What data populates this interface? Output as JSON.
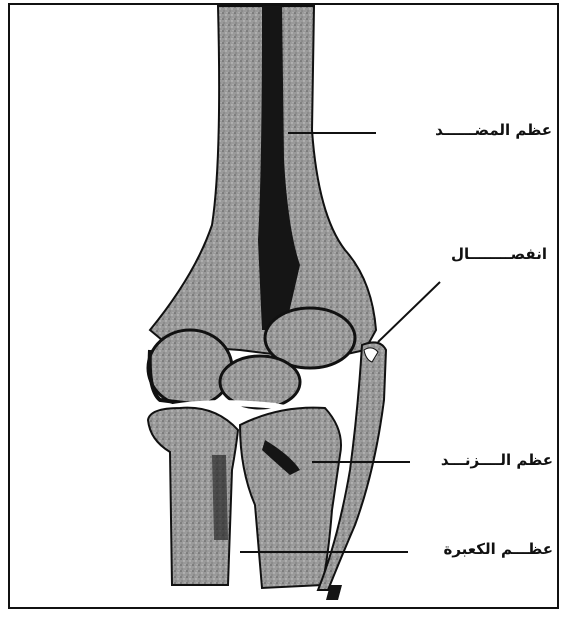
{
  "diagram": {
    "labels": {
      "humerus": "عظم المضــــــد",
      "joint": "انفصــــــــال",
      "ulna": "عظم الــــزنـــد",
      "radius": "عظـــم الكعبرة"
    },
    "colors": {
      "bone": "#8c8c8c",
      "marrow": "#151515",
      "outline": "#111111",
      "background": "#ffffff"
    }
  }
}
